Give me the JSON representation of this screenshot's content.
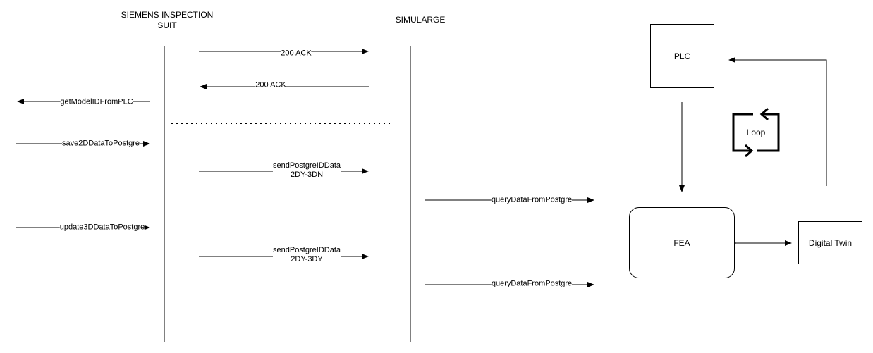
{
  "headers": {
    "siemens": [
      "SIEMENS INSPECTION",
      "SUIT"
    ],
    "simularge": "SIMULARGE"
  },
  "messages": {
    "ack_right": "200 ACK",
    "ack_left": "200 ACK",
    "get_model": "getModelIDFromPLC",
    "save2d": "save2DDataToPostgre",
    "send1": [
      "sendPostgreIDData",
      "2DY-3DN"
    ],
    "query1": "queryDataFromPostgre",
    "update3d": "update3DDataToPostgre",
    "send2": [
      "sendPostgreIDData",
      "2DY-3DY"
    ],
    "query2": "queryDataFromPostgre"
  },
  "nodes": {
    "plc": "PLC",
    "loop": "Loop",
    "fea": "FEA",
    "digital_twin": "Digital Twin"
  },
  "colors": {
    "stroke": "#000000",
    "background": "#ffffff"
  }
}
